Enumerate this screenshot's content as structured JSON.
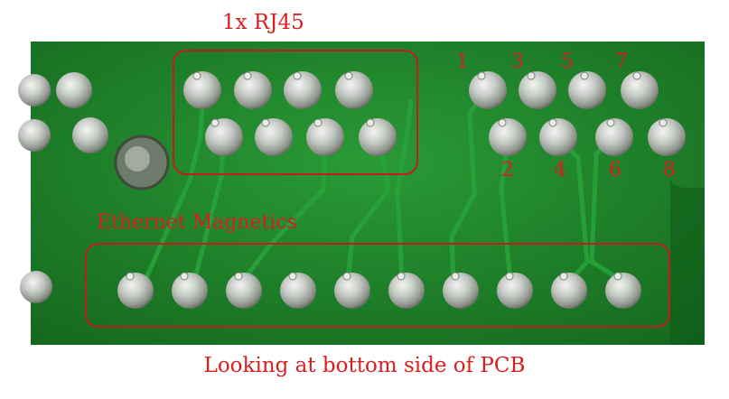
{
  "annotations": {
    "rj45_label": "1x RJ45",
    "magnetics_label": "Ethernet Magnetics",
    "caption": "Looking at bottom side of PCB"
  },
  "pin_numbers": {
    "top": [
      "1",
      "3",
      "5",
      "7"
    ],
    "bottom": [
      "2",
      "4",
      "6",
      "8"
    ]
  },
  "colors": {
    "pcb_green": "#1f8a2e",
    "pcb_dark": "#16701f",
    "annotation_red": "#d91e1e",
    "solder": "#c9ccc8"
  }
}
